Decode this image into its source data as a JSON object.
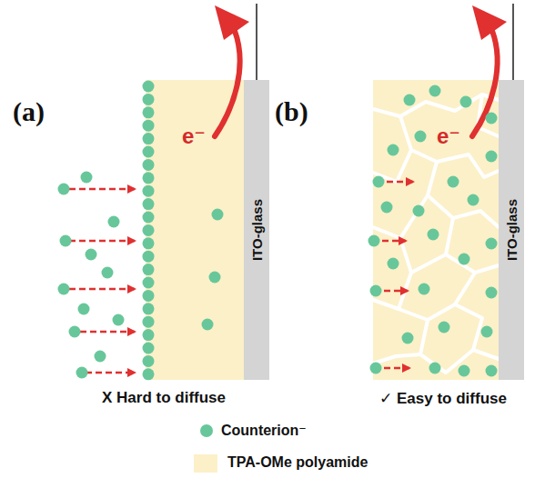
{
  "diagram": {
    "nodes": [
      {
        "text": [
          "ITO-glass"
        ]
      },
      {
        "text": [
          "ITO-glass"
        ]
      }
    ],
    "labels": [
      "(a)",
      "(b)",
      "e⁻",
      "e⁻",
      "X Hard to diffuse",
      "✓ Easy to diffuse"
    ],
    "legend": [
      {
        "text": "Counterion⁻",
        "color": "#68c79a"
      },
      {
        "text": "TPA-OMe polyamide",
        "color": "#fcf0c8"
      }
    ]
  }
}
